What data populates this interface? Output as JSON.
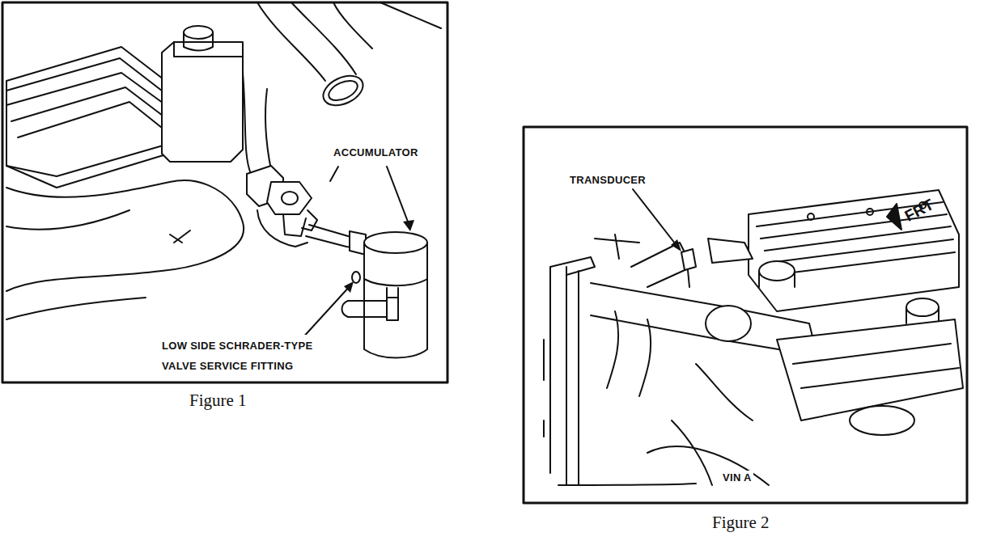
{
  "diagram": {
    "labels": [
      "ACCUMULATOR",
      "LOW SIDE SCHRADER-TYPE VALVE SERVICE FITTING",
      "Figure 1",
      "TRANSDUCER",
      "FRT",
      "VIN A",
      "Figure 2"
    ]
  }
}
